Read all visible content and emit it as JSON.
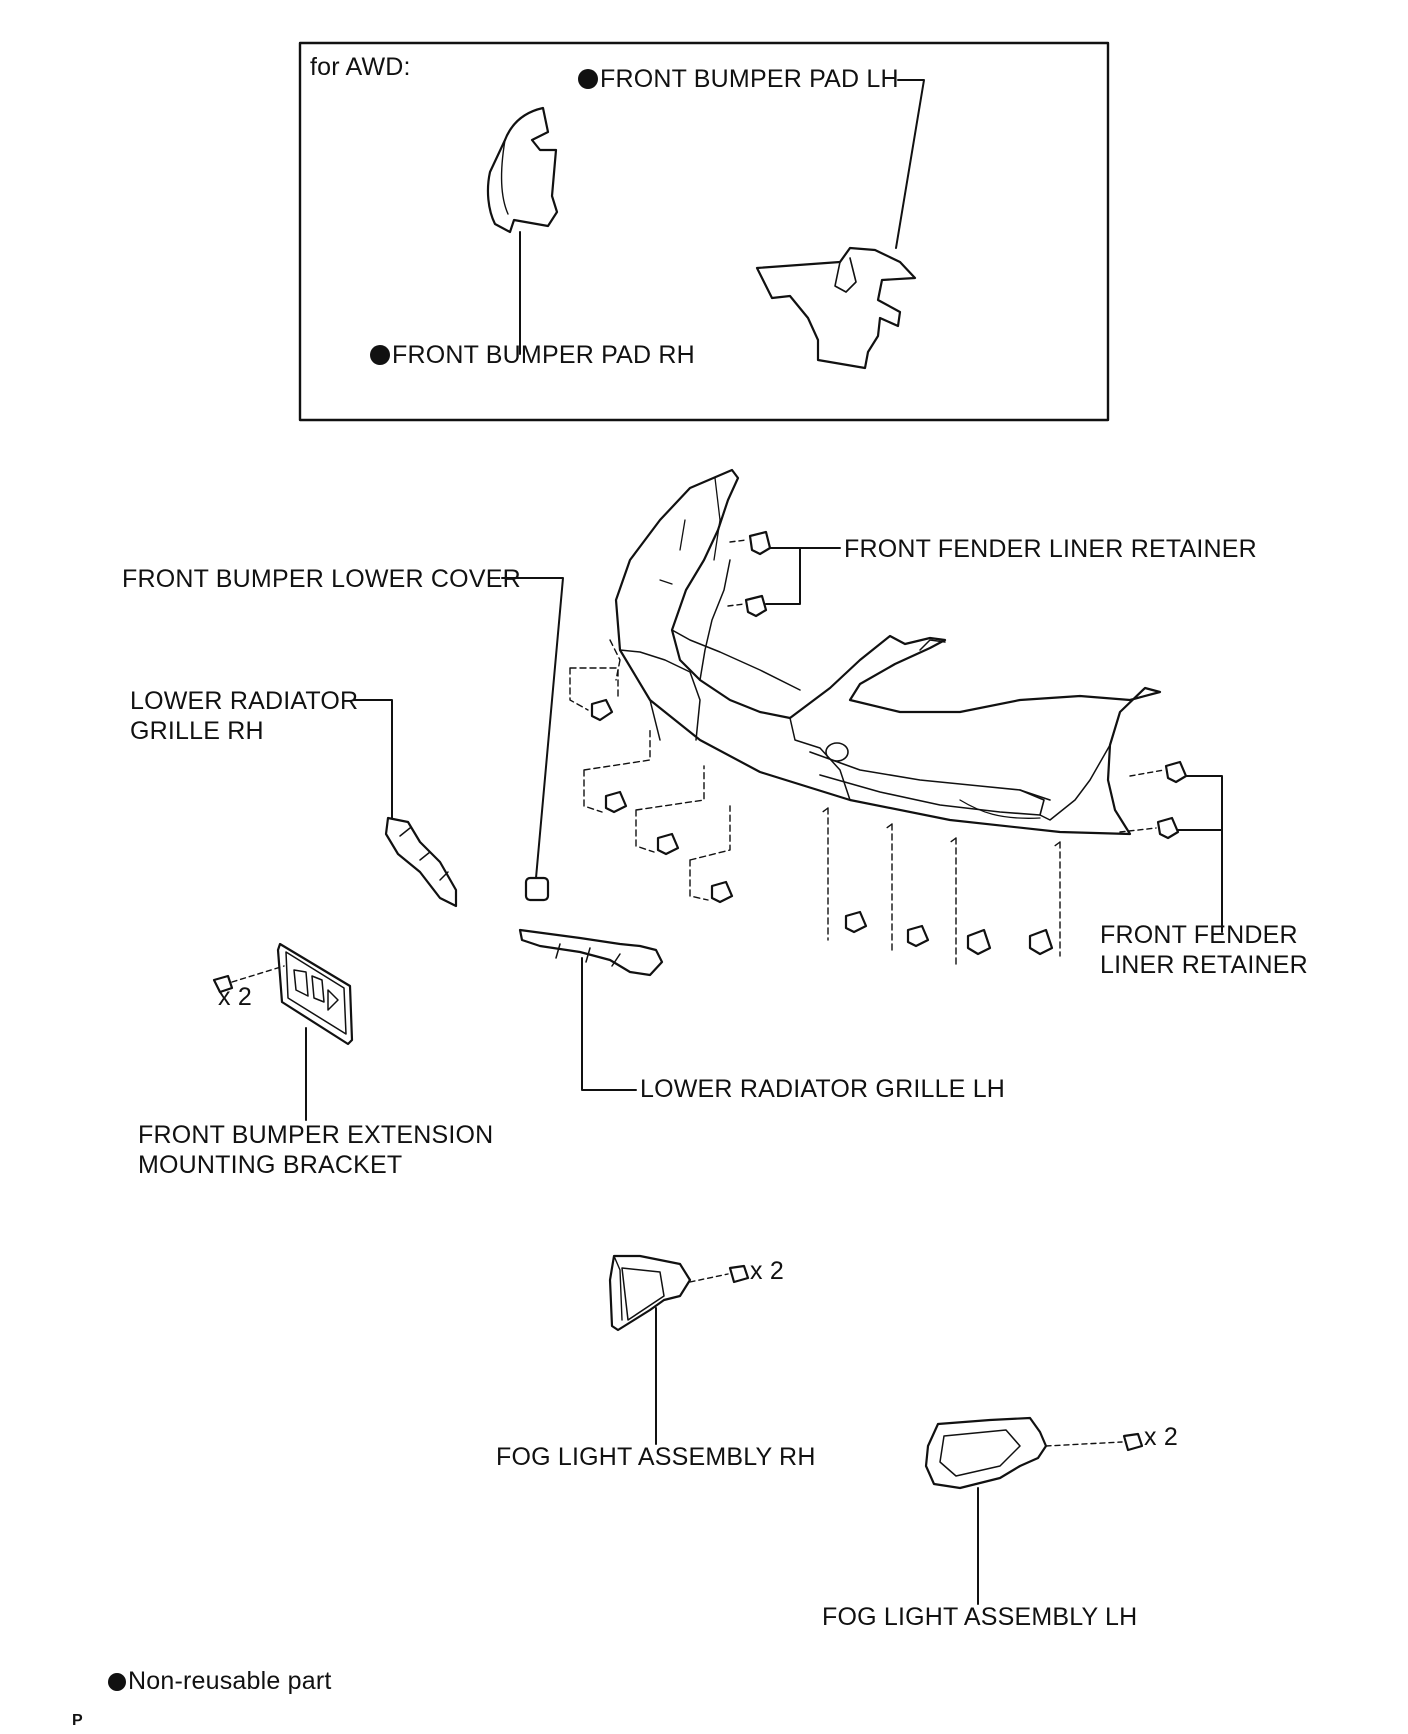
{
  "awd_box": {
    "title": "for AWD:",
    "pad_lh": "FRONT BUMPER PAD LH",
    "pad_rh": "FRONT BUMPER PAD RH"
  },
  "labels": {
    "fender_liner_retainer_top": "FRONT FENDER LINER RETAINER",
    "lower_cover": "FRONT BUMPER LOWER COVER",
    "lower_grille_rh_line1": "LOWER RADIATOR",
    "lower_grille_rh_line2": "GRILLE RH",
    "fender_liner_retainer_right_line1": "FRONT FENDER",
    "fender_liner_retainer_right_line2": "LINER RETAINER",
    "lower_grille_lh": "LOWER RADIATOR GRILLE LH",
    "extension_bracket_line1": "FRONT BUMPER EXTENSION",
    "extension_bracket_line2": "MOUNTING BRACKET",
    "fog_light_rh": "FOG LIGHT ASSEMBLY RH",
    "fog_light_lh": "FOG LIGHT ASSEMBLY LH",
    "qty_bracket": "x 2",
    "qty_fog_rh": "x 2",
    "qty_fog_lh": "x 2"
  },
  "legend": {
    "text": "Non-reusable part",
    "symbol": "filled-circle-icon"
  },
  "corner_mark": "P"
}
